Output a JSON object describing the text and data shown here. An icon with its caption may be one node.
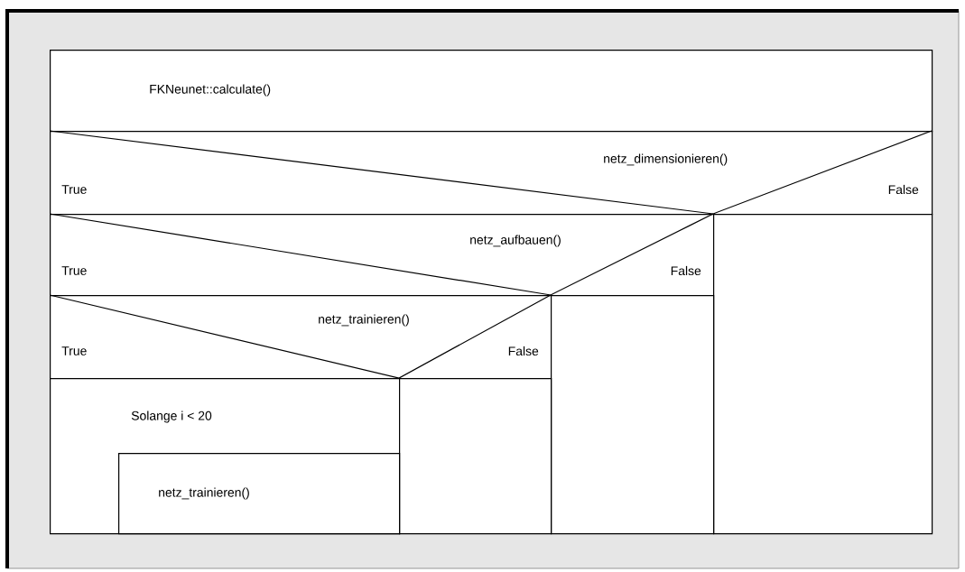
{
  "diagram": {
    "nodes": [
      {
        "text": [
          "FKNeunet::calculate()"
        ]
      },
      {
        "text": [
          "netz_dimensionieren()",
          "True",
          "False"
        ]
      },
      {
        "text": [
          "netz_aufbauen()",
          "True",
          "False"
        ]
      },
      {
        "text": [],
        "shape": "box"
      },
      {
        "text": [
          "netz_trainieren()",
          "True",
          "False"
        ]
      },
      {
        "text": [],
        "shape": "box"
      },
      {
        "text": [
          "Solange i < 20"
        ]
      },
      {
        "text": [
          "netz_trainieren()"
        ],
        "in": 6
      },
      {
        "text": [],
        "shape": "box"
      }
    ],
    "edges": []
  }
}
